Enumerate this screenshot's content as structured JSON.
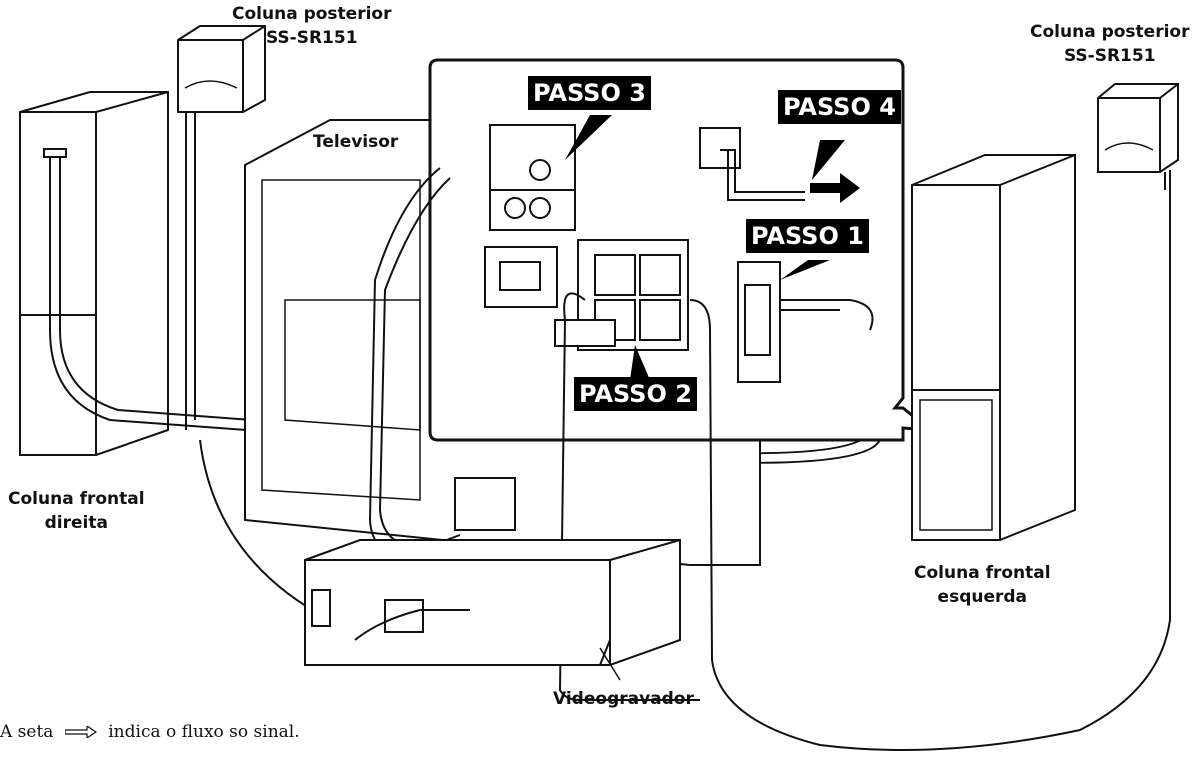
{
  "labels": {
    "rear_left_line1": "Coluna posterior",
    "rear_left_line2": "SS-SR151",
    "rear_right_line1": "Coluna posterior",
    "rear_right_line2": "SS-SR151",
    "tv": "Televisor",
    "front_right_line1": "Coluna frontal",
    "front_right_line2": "direita",
    "front_left_line1": "Coluna frontal",
    "front_left_line2": "esquerda",
    "vcr": "Videogravador"
  },
  "steps": {
    "step1": "PASSO 1",
    "step2": "PASSO 2",
    "step3": "PASSO 3",
    "step4": "PASSO 4"
  },
  "caption": {
    "before": "A seta",
    "after": "indica o fluxo so sinal."
  },
  "icons": [
    "signal-arrow-icon"
  ]
}
